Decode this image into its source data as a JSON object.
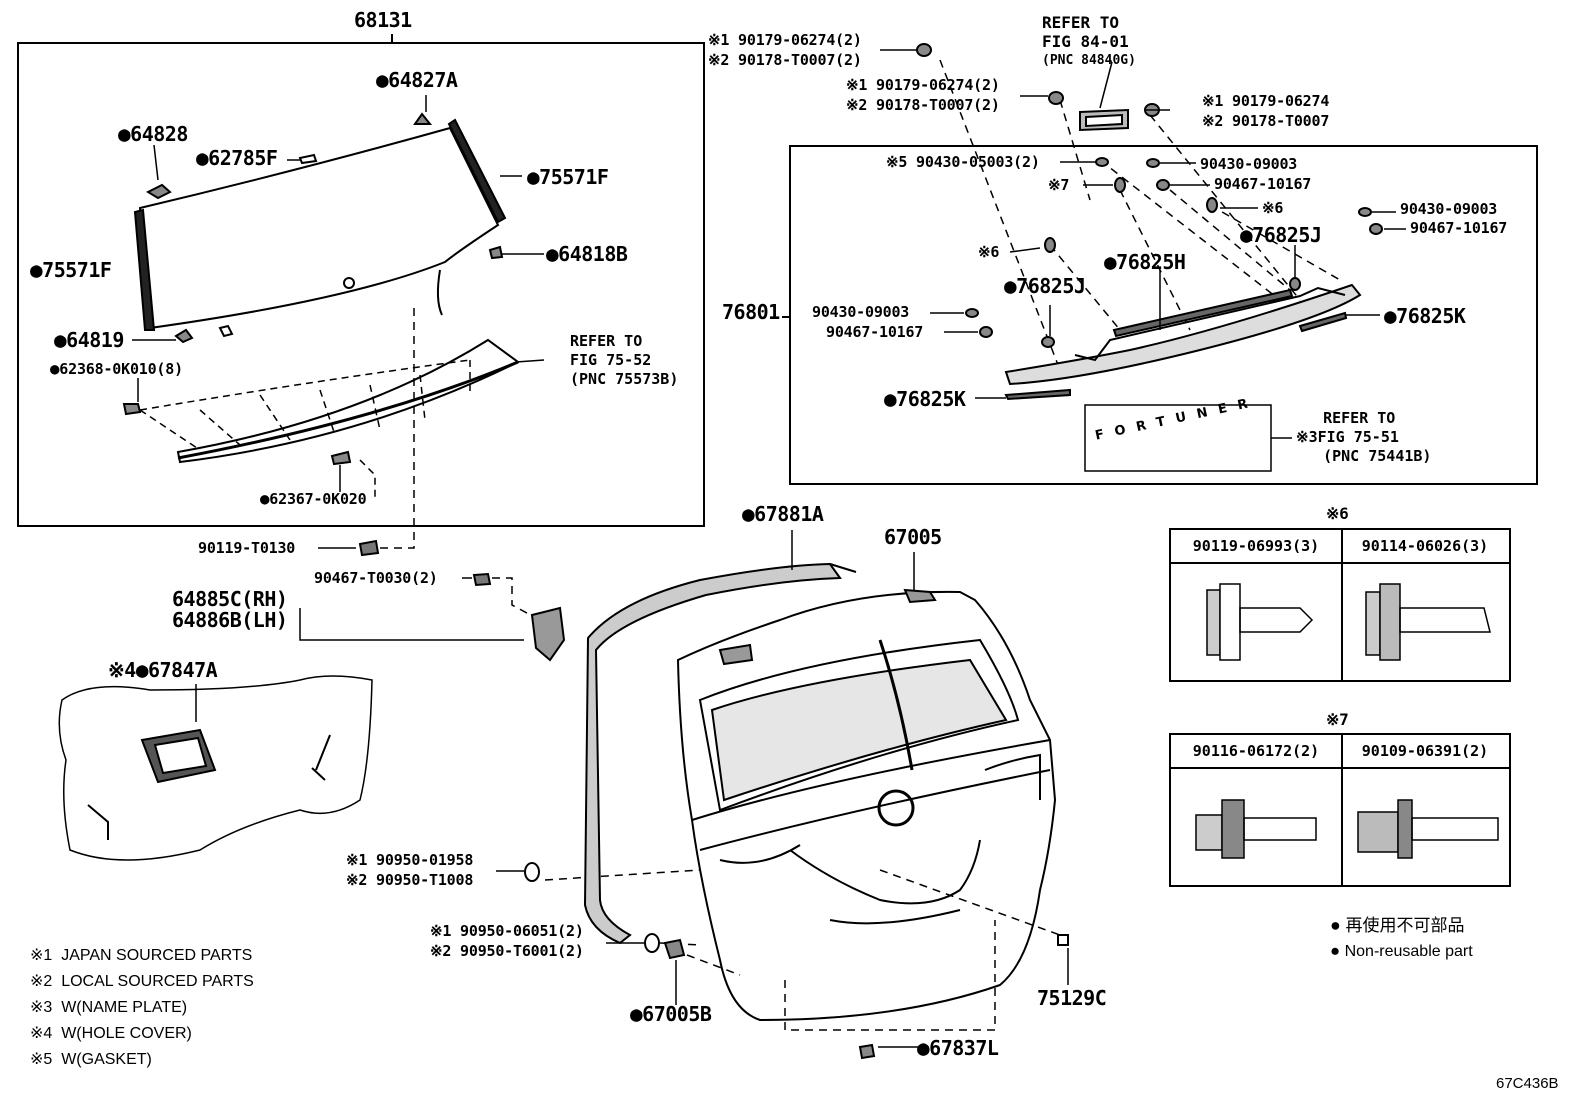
{
  "assembly": {
    "glass": "68131",
    "trim_box": "76801",
    "back_door": "67005",
    "drawing_code": "67C436B"
  },
  "refs": {
    "stop_lamp": {
      "line1": "REFER TO",
      "line2": "FIG 84-01",
      "line3": "(PNC 84840G)"
    },
    "spoiler": {
      "line1": "REFER TO",
      "line2": "FIG 75-52",
      "line3": "(PNC 75573B)"
    },
    "nameplate": {
      "mark": "※3",
      "line1": "REFER TO",
      "line2": "FIG 75-51",
      "line3": "(PNC 75441B)"
    }
  },
  "nameplate_text": "FORTUNER",
  "labels": {
    "p64827A": "64827A",
    "p64828": "64828",
    "p62785F": "62785F",
    "p75571F_r": "75571F",
    "p75571F_l": "75571F",
    "p64818B": "64818B",
    "p64819": "64819",
    "p62368": "62368-0K010(8)",
    "p62367": "62367-0K020",
    "p90119T0130": "90119-T0130",
    "p90467T0030": "90467-T0030(2)",
    "p64885C": "64885C(RH)",
    "p64886B": "64886B(LH)",
    "p67847A_mark": "※4",
    "p67847A": "67847A",
    "p67881A": "67881A",
    "p90950_01958": "※1 90950-01958",
    "p90950_T1008": "※2 90950-T1008",
    "p90950_06051": "※1 90950-06051(2)",
    "p90950_T6001": "※2 90950-T6001(2)",
    "p67005B": "67005B",
    "p75129C": "75129C",
    "p67837L": "67837L",
    "t_a1": "※1 90179-06274(2)",
    "t_a2": "※2 90178-T0007(2)",
    "t_b1": "※1 90179-06274(2)",
    "t_b2": "※2 90178-T0007(2)",
    "t_c1": "※1 90179-06274",
    "t_c2": "※2 90178-T0007",
    "t_gasket": "※5 90430-05003(2)",
    "t_9043009003_a": "90430-09003",
    "t_9046710167_a": "90467-10167",
    "t_mark7": "※7",
    "t_mark6_a": "※6",
    "t_mark6_b": "※6",
    "t_9043009003_b": "90430-09003",
    "t_9046710167_b": "90467-10167",
    "t_76825J_a": "76825J",
    "t_76825H": "76825H",
    "t_76825J_b": "76825J",
    "t_76825K_a": "76825K",
    "t_76825K_b": "76825K",
    "t_9043009003_c": "90430-09003",
    "t_9046710167_c": "90467-10167"
  },
  "table6": {
    "title": "※6",
    "col1": "90119-06993(3)",
    "col2": "90114-06026(3)"
  },
  "table7": {
    "title": "※7",
    "col1": "90116-06172(2)",
    "col2": "90109-06391(2)"
  },
  "legend": [
    {
      "mark": "※1",
      "text": "JAPAN SOURCED PARTS"
    },
    {
      "mark": "※2",
      "text": "LOCAL SOURCED PARTS"
    },
    {
      "mark": "※3",
      "text": "W(NAME PLATE)"
    },
    {
      "mark": "※4",
      "text": "W(HOLE COVER)"
    },
    {
      "mark": "※5",
      "text": "W(GASKET)"
    }
  ],
  "nonreusable": {
    "jp": "再使用不可部品",
    "en": "Non-reusable part"
  }
}
